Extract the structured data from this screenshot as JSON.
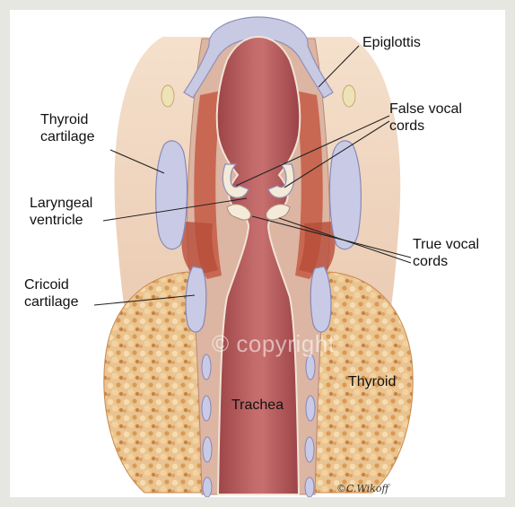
{
  "labels": {
    "epiglottis": "Epiglottis",
    "thyroid_cartilage": [
      "Thyroid",
      "cartilage"
    ],
    "false_vocal_cords": [
      "False vocal",
      "cords"
    ],
    "laryngeal_ventricle": [
      "Laryngeal",
      "ventricle"
    ],
    "true_vocal_cords": [
      "True vocal",
      "cords"
    ],
    "cricoid_cartilage": [
      "Cricoid",
      "cartilage"
    ],
    "thyroid": "Thyroid",
    "trachea": "Trachea"
  },
  "watermark": "© copyright",
  "signature": "©C.Wikoff",
  "colors": {
    "frame": "#e6e7e1",
    "airway": "#b8585a",
    "mucosa": "#d9ab9a",
    "cartilage": "#cbcde6",
    "gland": "#e8c08a",
    "muscle": "#c0533f",
    "leader": "#222222"
  }
}
